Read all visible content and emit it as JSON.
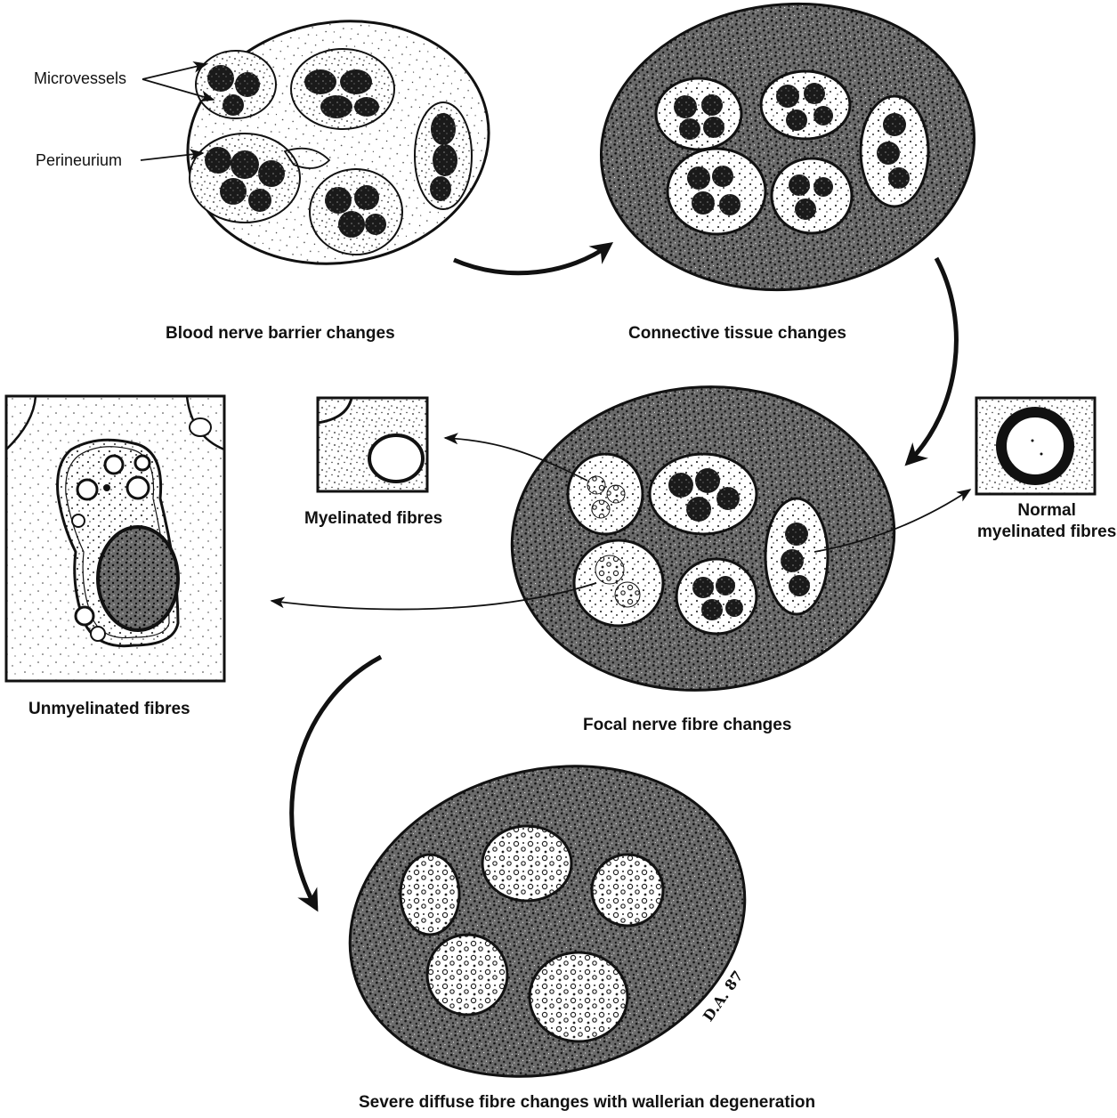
{
  "annotations": {
    "microvessels": "Microvessels",
    "perineurium": "Perineurium"
  },
  "captions": {
    "blood_nerve_barrier": "Blood nerve barrier changes",
    "connective_tissue": "Connective tissue changes",
    "focal_nerve_fibre": "Focal nerve fibre changes",
    "severe_diffuse": "Severe diffuse fibre changes with wallerian degeneration",
    "myelinated_fibres": "Myelinated fibres",
    "unmyelinated_fibres": "Unmyelinated fibres",
    "normal_myelinated_line1": "Normal",
    "normal_myelinated_line2": "myelinated fibres"
  },
  "signature": "D.A. 87",
  "colors": {
    "ink": "#111111",
    "paper": "#ffffff",
    "stipple": "#4a4a4a"
  }
}
